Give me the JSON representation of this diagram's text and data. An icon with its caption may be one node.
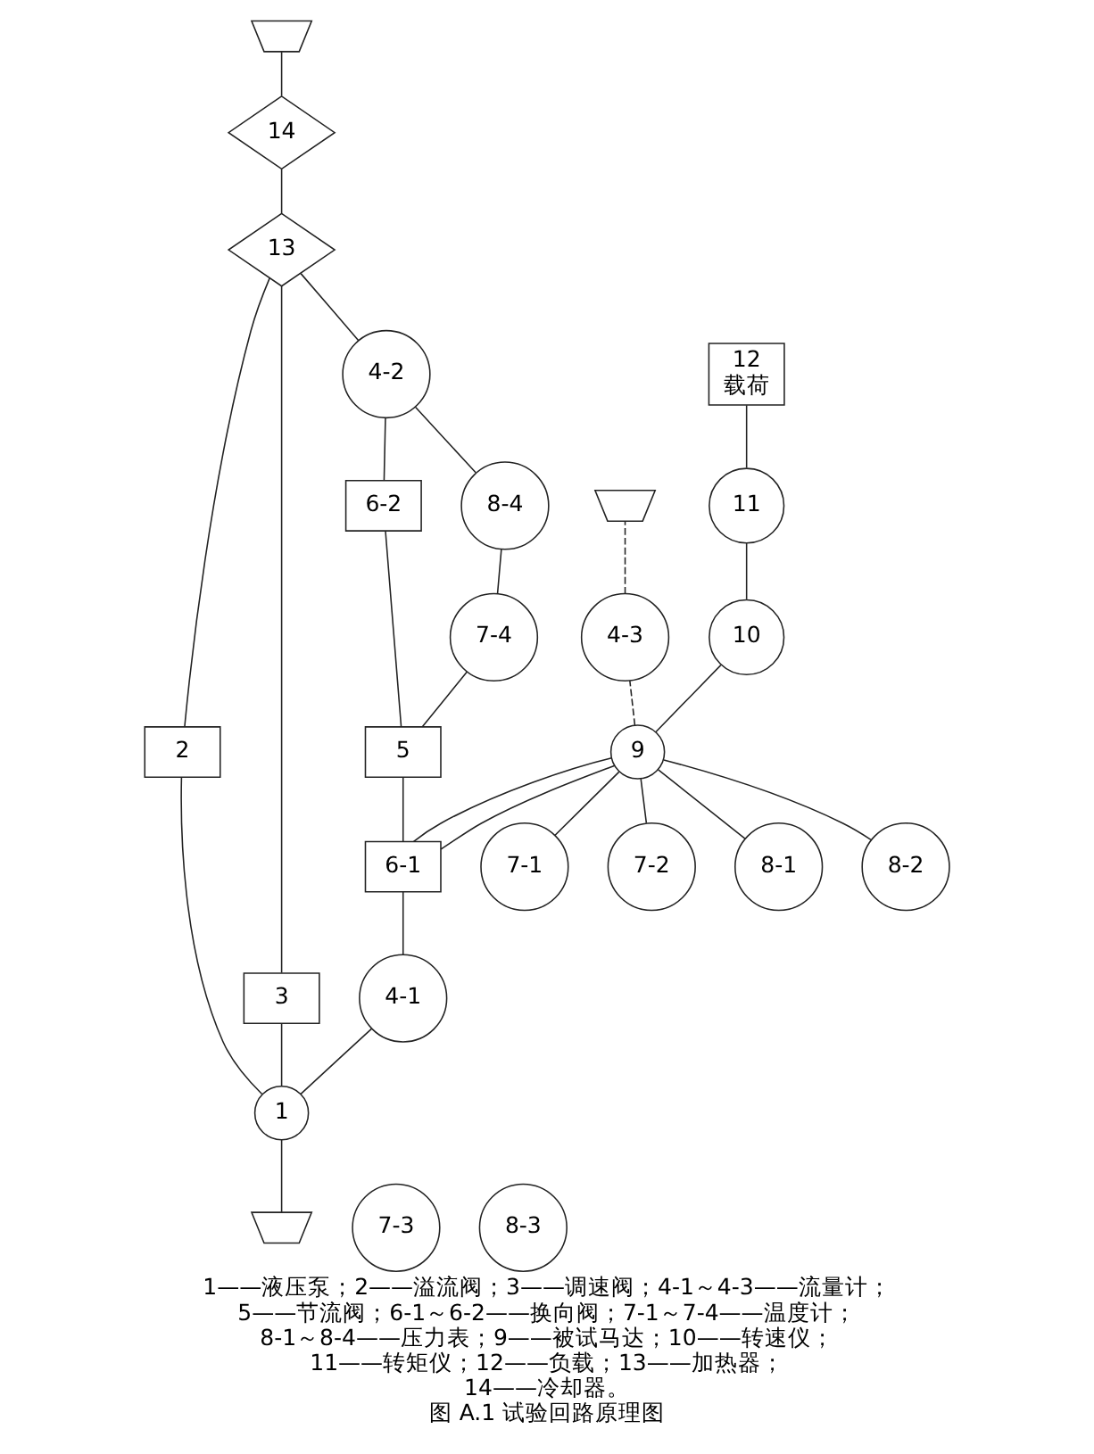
{
  "diagram": {
    "title": "图 A.1 试验回路原理图",
    "caption": "1——液压泵；2——溢流阀；3——调速阀；4-1～4-3——流量计；5——节流阀；6-1～6-2——换向阀；7-1～7-4——温度计；8-1～8-4——压力表；9——被试马达；10——转速仪；11——转矩仪；12——负载；13——加热器；14——冷却器。",
    "nodes": [
      {
        "text": [
          "1"
        ]
      },
      {
        "text": [
          "2"
        ]
      },
      {
        "text": [
          "3"
        ]
      },
      {
        "text": [
          "4-1"
        ]
      },
      {
        "text": [
          "4-2"
        ]
      },
      {
        "text": [
          "4-3"
        ]
      },
      {
        "text": [
          "5"
        ]
      },
      {
        "text": [
          "6-1"
        ]
      },
      {
        "text": [
          "6-2"
        ]
      },
      {
        "text": [
          "7-1"
        ]
      },
      {
        "text": [
          "7-2"
        ]
      },
      {
        "text": [
          "7-3"
        ]
      },
      {
        "text": [
          "7-4"
        ]
      },
      {
        "text": [
          "8-1"
        ]
      },
      {
        "text": [
          "8-2"
        ]
      },
      {
        "text": [
          "8-3"
        ]
      },
      {
        "text": [
          "8-4"
        ]
      },
      {
        "text": [
          "9"
        ]
      },
      {
        "text": [
          "10"
        ]
      },
      {
        "text": [
          "11"
        ]
      },
      {
        "text": [
          "12",
          "载荷"
        ]
      },
      {
        "text": [
          "13"
        ]
      },
      {
        "text": [
          "14"
        ]
      },
      {
        "text": [],
        "shape": "tank"
      },
      {
        "text": [],
        "shape": "tank"
      },
      {
        "text": [],
        "shape": "tank"
      }
    ],
    "edges": [
      {
        "from": 23,
        "to": 0,
        "arrow": "none"
      },
      {
        "from": 0,
        "to": 3,
        "arrow": "none"
      },
      {
        "from": 0,
        "to": 1,
        "arrow": "none"
      },
      {
        "from": 0,
        "to": 2,
        "arrow": "none"
      },
      {
        "from": 2,
        "to": 21,
        "arrow": "none"
      },
      {
        "from": 1,
        "to": 21,
        "arrow": "none"
      },
      {
        "from": 3,
        "to": 7,
        "arrow": "none"
      },
      {
        "from": 7,
        "to": 17,
        "arrow": "none"
      },
      {
        "from": 10,
        "to": 17,
        "arrow": "none"
      },
      {
        "from": 14,
        "to": 17,
        "arrow": "none"
      },
      {
        "from": 7,
        "to": 17,
        "arrow": "none"
      },
      {
        "from": 9,
        "to": 17,
        "arrow": "none"
      },
      {
        "from": 13,
        "to": 17,
        "arrow": "none"
      },
      {
        "from": 7,
        "to": 6,
        "arrow": "none"
      },
      {
        "from": 6,
        "to": 8,
        "arrow": "none"
      },
      {
        "from": 6,
        "to": 12,
        "arrow": "none"
      },
      {
        "from": 12,
        "to": 16,
        "arrow": "none"
      },
      {
        "from": 16,
        "to": 4,
        "arrow": "none"
      },
      {
        "from": 8,
        "to": 4,
        "arrow": "none"
      },
      {
        "from": 4,
        "to": 21,
        "arrow": "none"
      },
      {
        "from": 21,
        "to": 22,
        "arrow": "none"
      },
      {
        "from": 22,
        "to": 24,
        "arrow": "none"
      },
      {
        "from": 17,
        "to": 18,
        "arrow": "none"
      },
      {
        "from": 18,
        "to": 19,
        "arrow": "none"
      },
      {
        "from": 19,
        "to": 20,
        "arrow": "none"
      },
      {
        "from": 17,
        "to": 5,
        "arrow": "none",
        "style": "dashed"
      },
      {
        "from": 5,
        "to": 25,
        "arrow": "none",
        "style": "dashed"
      }
    ]
  }
}
